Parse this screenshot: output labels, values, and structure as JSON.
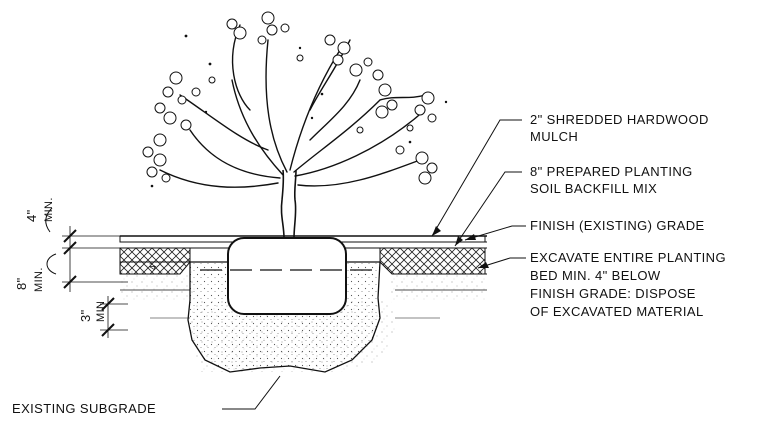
{
  "callouts": {
    "mulch_line1": "2\" SHREDDED HARDWOOD",
    "mulch_line2": "MULCH",
    "soil_line1": "8\" PREPARED PLANTING",
    "soil_line2": "SOIL BACKFILL MIX",
    "grade": "FINISH (EXISTING) GRADE",
    "excavate_line1": "EXCAVATE ENTIRE PLANTING",
    "excavate_line2": "BED MIN. 4\" BELOW",
    "excavate_line3": "FINISH GRADE: DISPOSE",
    "excavate_line4": "OF EXCAVATED MATERIAL",
    "subgrade": "EXISTING SUBGRADE"
  },
  "dimensions": {
    "top_value": "4\"",
    "top_unit": "MIN.",
    "mid_value": "8\"",
    "mid_unit": "MIN.",
    "bottom_value": "3\"",
    "bottom_unit": "MIN",
    "inner_value": "4\""
  },
  "colors": {
    "line": "#111111",
    "soil_fill": "#f4f4f4",
    "subgrade_fill": "#ffffff"
  }
}
